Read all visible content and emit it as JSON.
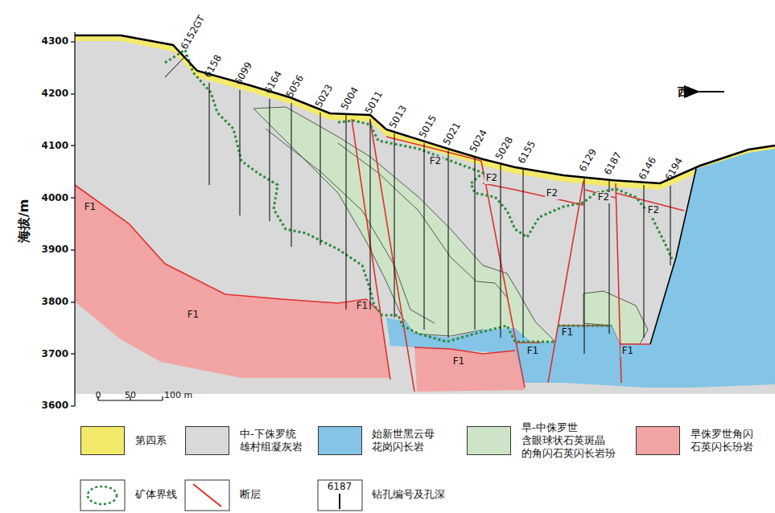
{
  "diagram": {
    "labels": [
      "4300",
      "4200",
      "4100",
      "4000",
      "3900",
      "3800",
      "3700",
      "3600",
      "海拔/m",
      "6152GT",
      "6158",
      "6099",
      "6164",
      "5056",
      "5023",
      "5004",
      "5011",
      "5013",
      "5015",
      "5021",
      "5024",
      "5028",
      "6155",
      "6129",
      "6187",
      "6146",
      "6194",
      "F1",
      "F1",
      "F1",
      "F1",
      "F1",
      "F1",
      "F1",
      "F2",
      "F2",
      "F2",
      "F2",
      "F2",
      "西",
      "0",
      "50",
      "100 m",
      "6187"
    ],
    "legend": [
      {
        "text": "第四系",
        "color": "#f3ea6a"
      },
      {
        "text": "中-下侏罗统 雄村组凝灰岩",
        "color": "#d9d9d9"
      },
      {
        "text": "始新世黑云母 花岗闪长岩",
        "color": "#84c4e6"
      },
      {
        "text": "早-中侏罗世 含眼球状石英斑晶 的角闪石英闪长岩玢",
        "color": "#cde5c6"
      },
      {
        "text": "早侏罗世角闪 石英闪长玢岩",
        "color": "#f2a3a3"
      },
      {
        "text": "矿体界线"
      },
      {
        "text": "断层"
      },
      {
        "text": "钻孔编号及孔深"
      }
    ]
  }
}
